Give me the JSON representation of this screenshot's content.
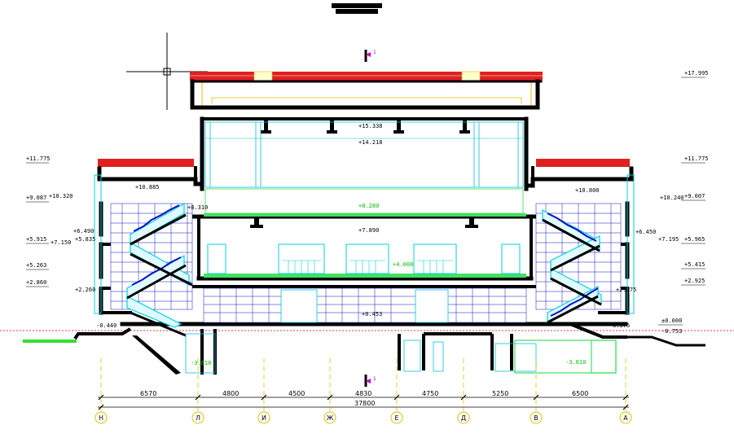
{
  "drawing": {
    "title": "",
    "section_mark_top": "1",
    "section_mark_bottom": "1"
  },
  "levels_left": [
    "+11.775",
    "+9.087",
    "+10.320",
    "+6.490",
    "+5.915",
    "+7.150",
    "+5.835",
    "+5.263",
    "+2.860",
    "+2.260",
    "-0.440"
  ],
  "levels_right": [
    "+17.995",
    "+11.775",
    "+10.240",
    "+9.007",
    "+6.450",
    "+7.195",
    "+5.965",
    "+5.415",
    "+2.925",
    "+2.275",
    "-0.375",
    "±0.000",
    "-0.753"
  ],
  "levels_center": [
    "+15.338",
    "+14.218",
    "+10.885",
    "+10.800",
    "+8.310",
    "+8.280",
    "+7.890",
    "+4.000",
    "+0.453",
    "-3.010",
    "-3.010"
  ],
  "dimensions": [
    "6570",
    "4800",
    "4500",
    "4830",
    "4750",
    "5250",
    "6500"
  ],
  "total_dimension": "37800",
  "axes": [
    "Н",
    "Л",
    "И",
    "Ж",
    "Е",
    "Д",
    "В",
    "А"
  ]
}
